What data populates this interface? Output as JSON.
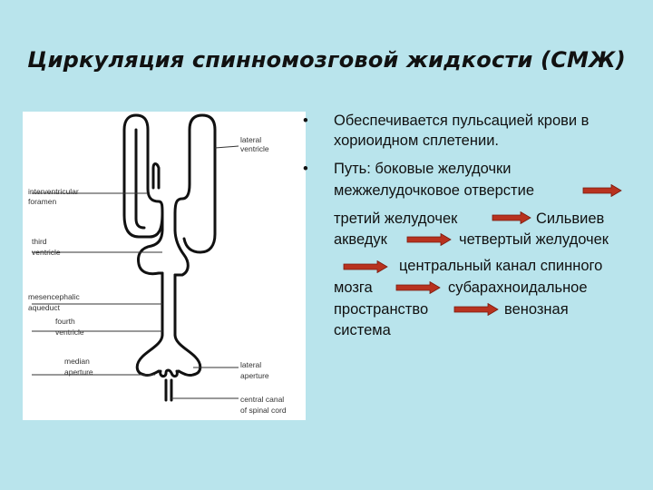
{
  "slide": {
    "title": "Циркуляция спинномозговой жидкости (СМЖ)",
    "bullet_symbol": "•",
    "bullet1_lines": [
      "Обеспечивается пульсацией крови в",
      "хориоидном сплетении."
    ],
    "bullet2_lines": [
      "Путь: боковые желудочки",
      "межжелудочковое отверстие",
      "третий желудочек",
      "Сильвиев",
      "акведук",
      "четвертый желудочек",
      "центральный канал спинного",
      "мозга",
      "субарахноидальное",
      "пространство",
      "венозная",
      "система"
    ],
    "arrow_color": "#b8321f"
  },
  "diagram": {
    "labels": {
      "lateral_ventricle": [
        "lateral",
        "ventricle"
      ],
      "interventricular_foramen": [
        "interventricular",
        "foramen"
      ],
      "third_ventricle": [
        "third",
        "ventricle"
      ],
      "mesencephalic_aqueduct": [
        "mesencephalic",
        "aqueduct"
      ],
      "fourth_ventricle": [
        "fourth",
        "ventricle"
      ],
      "median_aperture": [
        "median",
        "aperture"
      ],
      "lateral_aperture": [
        "lateral",
        "aperture"
      ],
      "central_canal": [
        "central canal",
        "of spinal cord"
      ]
    }
  }
}
